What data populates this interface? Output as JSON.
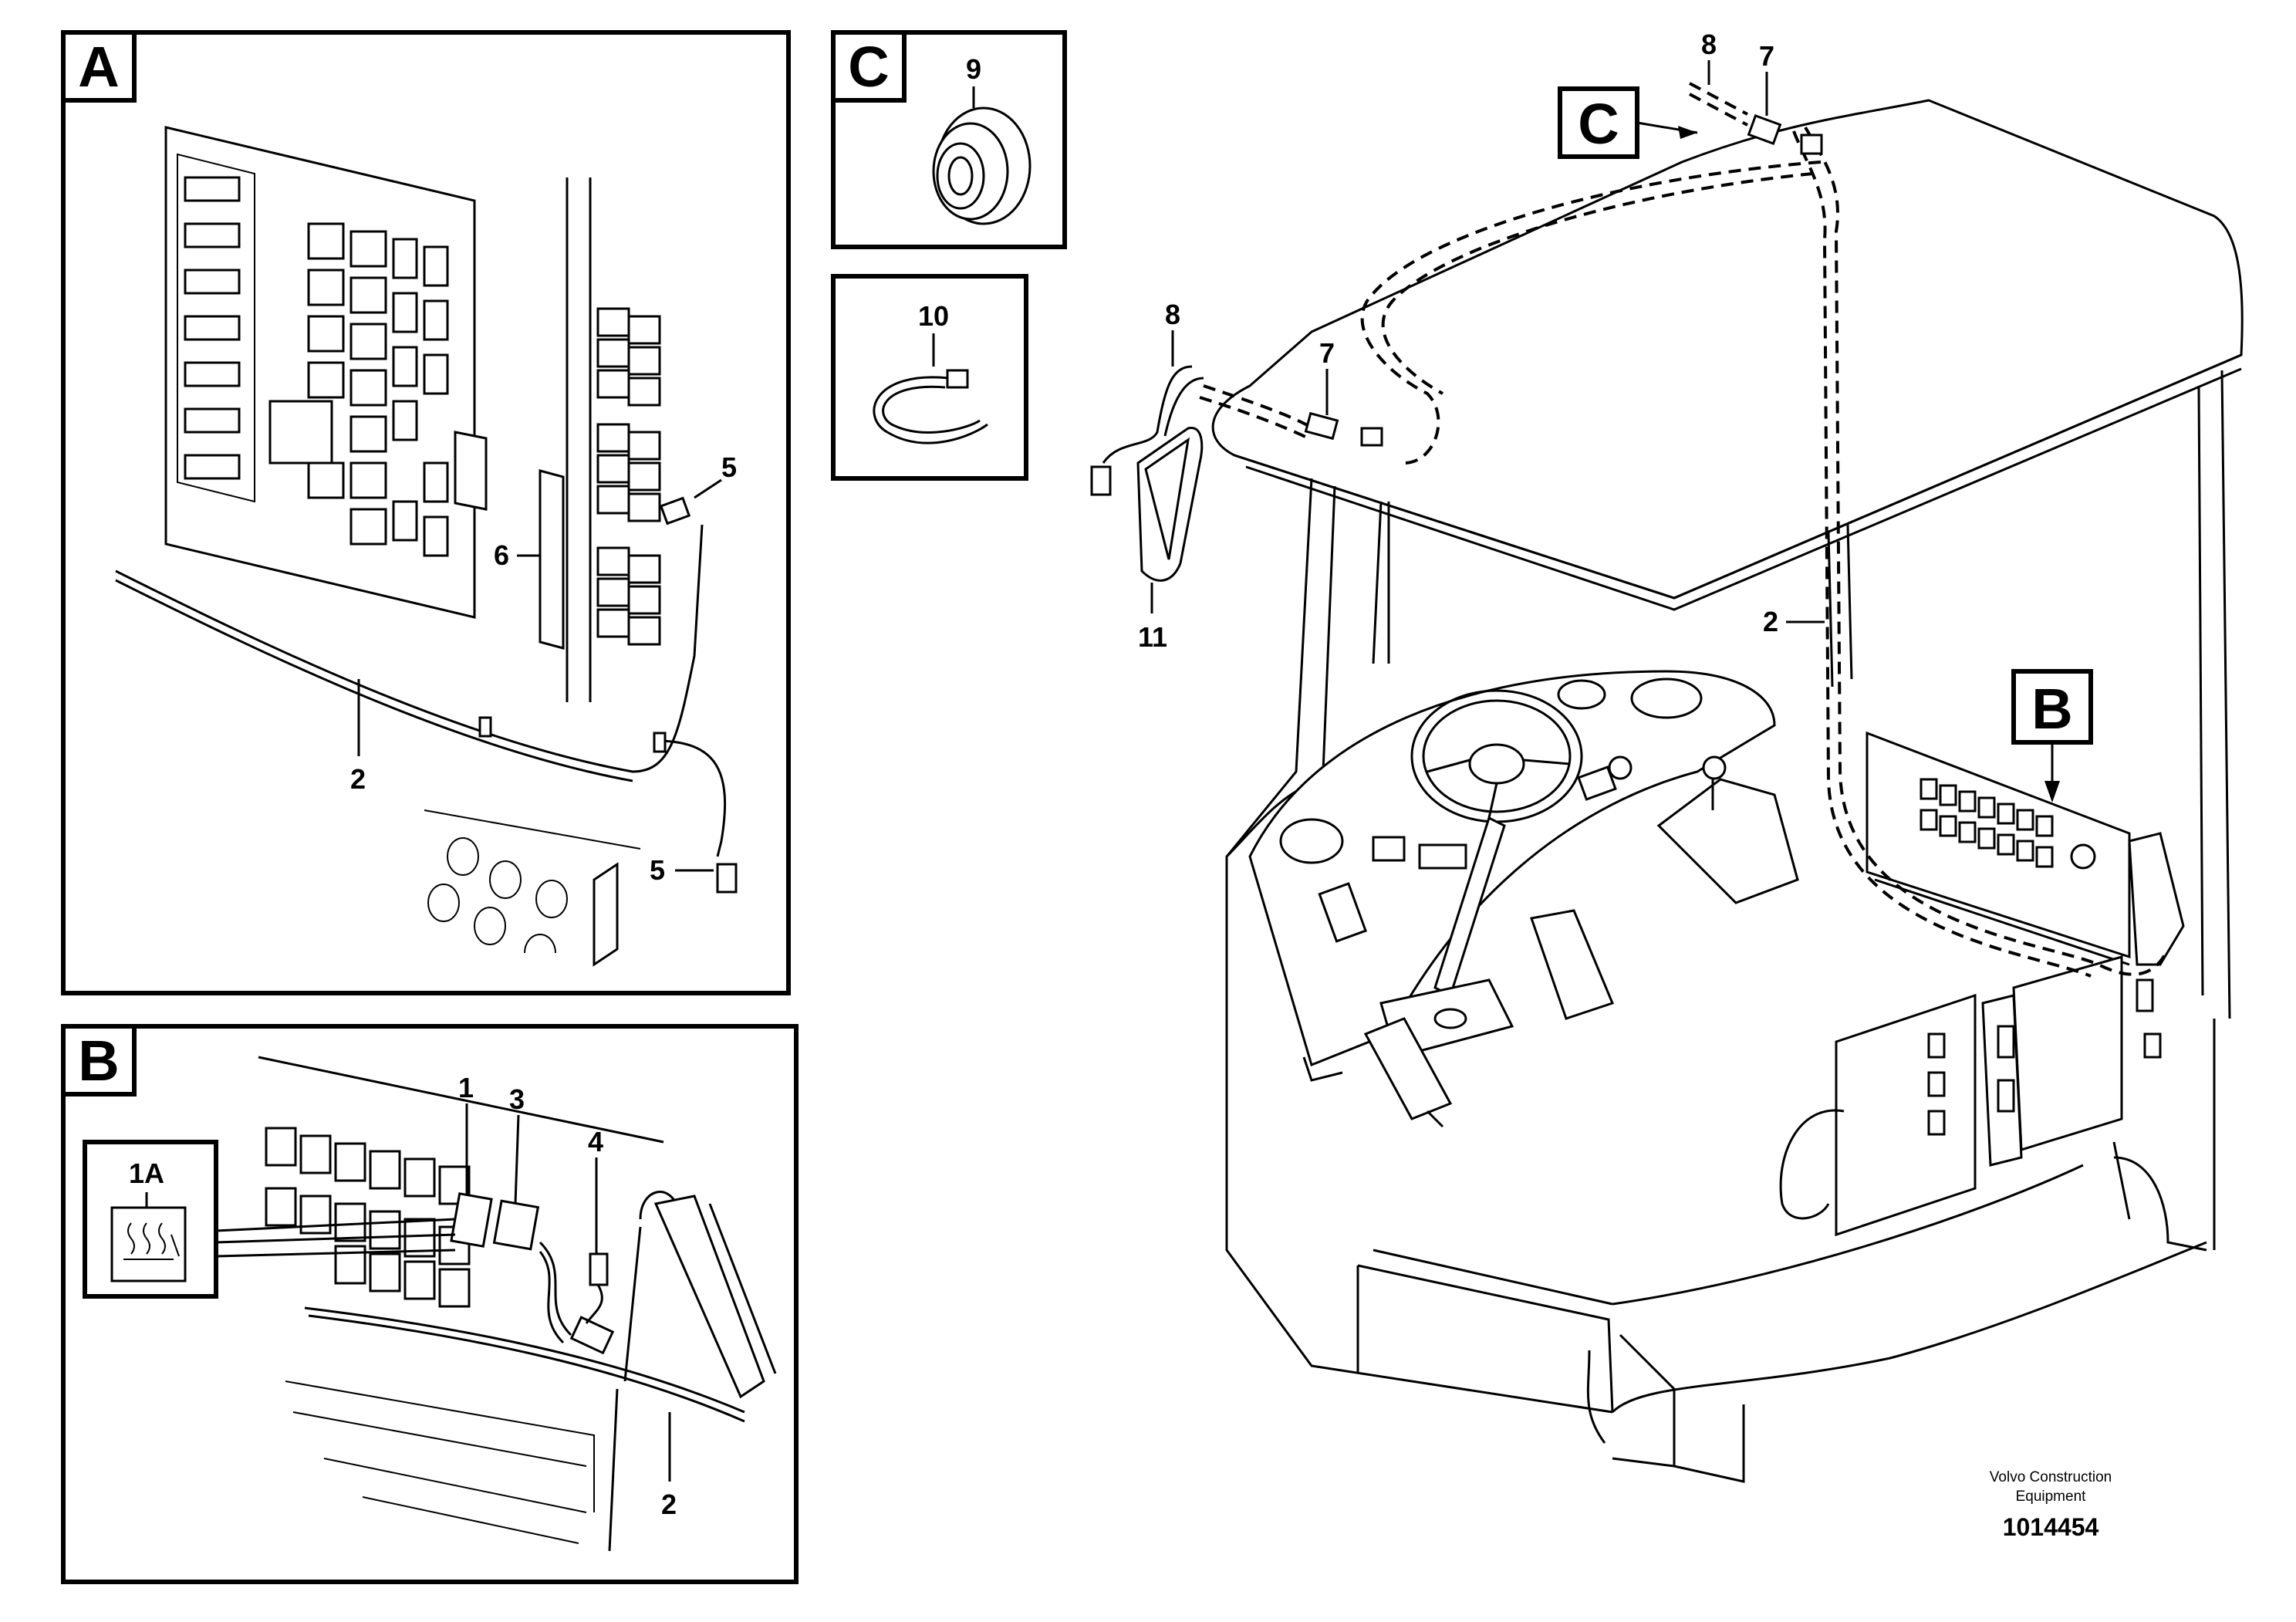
{
  "panels": {
    "A": {
      "tag": "A",
      "callouts": [
        "5",
        "6",
        "2",
        "5"
      ]
    },
    "B": {
      "tag": "B",
      "callouts": [
        "1",
        "3",
        "4",
        "2"
      ],
      "inset": "1A"
    },
    "C_grommet": {
      "tag": "C",
      "callouts": [
        "9"
      ]
    },
    "cable_tie": {
      "callouts": [
        "10"
      ]
    }
  },
  "main": {
    "tags": {
      "C": "C",
      "B": "B"
    },
    "callouts": {
      "top_8": "8",
      "top_7": "7",
      "left_8": "8",
      "left_7": "7",
      "mirror_11": "11",
      "harness_2": "2"
    }
  },
  "footer": {
    "company_line1": "Volvo Construction",
    "company_line2": "Equipment",
    "drawing_number": "1014454"
  }
}
